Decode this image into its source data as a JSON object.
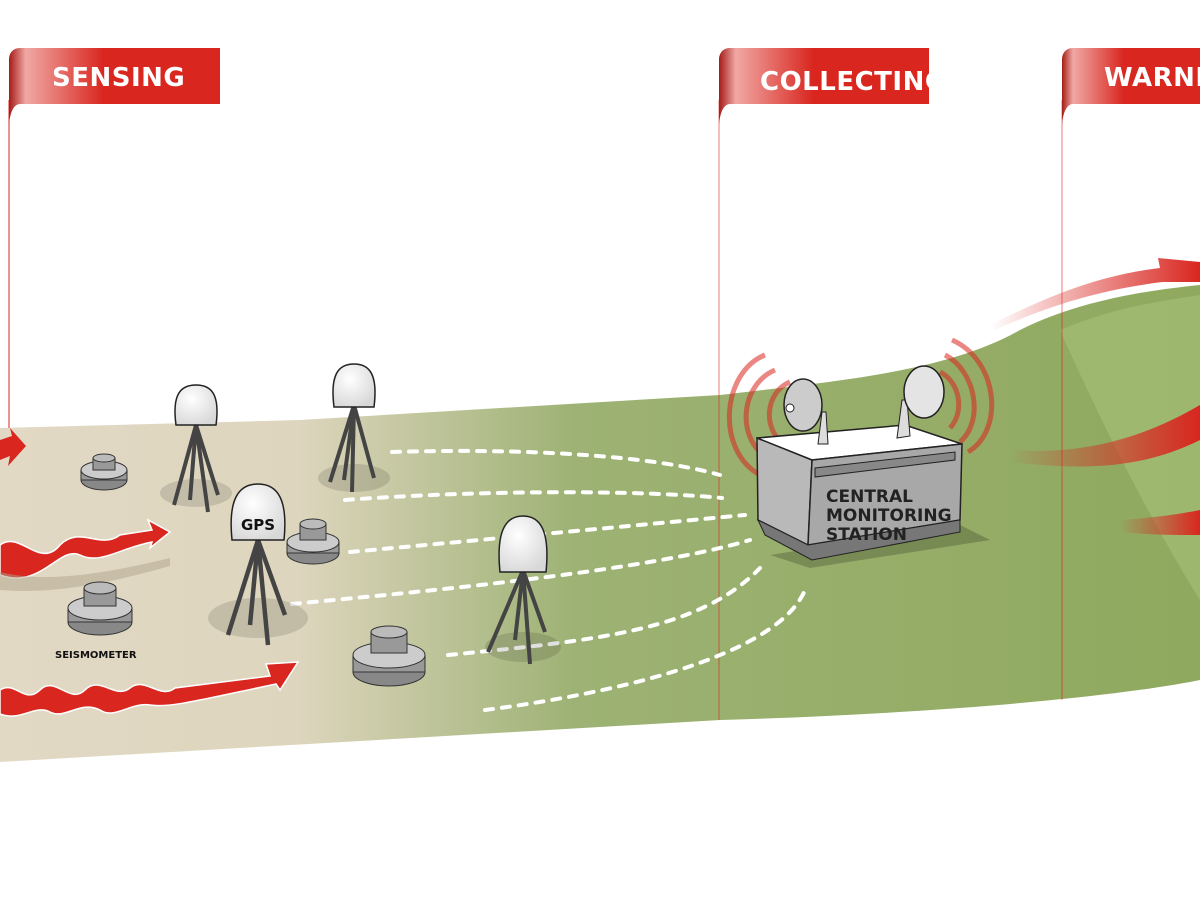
{
  "stages": [
    {
      "label": "SENSING"
    },
    {
      "label": "COLLECTING"
    },
    {
      "label": "WARNING"
    }
  ],
  "station": {
    "lines": [
      "CENTRAL",
      "MONITORING",
      "STATION"
    ]
  },
  "labels": {
    "gps": "GPS",
    "seismometer": "SEISMOMETER"
  },
  "colors": {
    "banner_red": "#d9261f",
    "ground_beige": "#e2d9c5",
    "ground_green": "#94ad64",
    "wave_red": "#d9261f"
  }
}
